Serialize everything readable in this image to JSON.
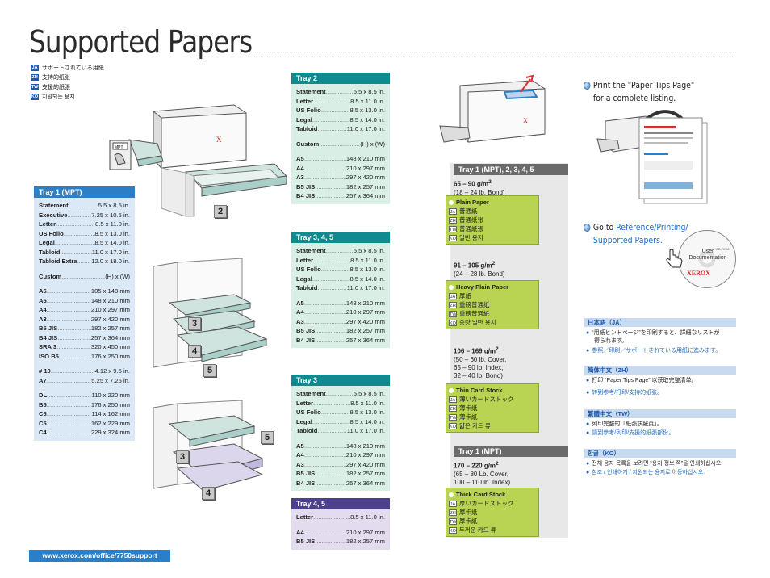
{
  "title": "Supported Papers",
  "title_langs": [
    {
      "tag": "JA",
      "text": "サポートされている用紙"
    },
    {
      "tag": "ZH",
      "text": "支持的纸张"
    },
    {
      "tag": "TW",
      "text": "支援的紙張"
    },
    {
      "tag": "KO",
      "text": "지원되는 용지"
    }
  ],
  "tray1_mpt": {
    "title": "Tray 1 (MPT)",
    "groups": [
      [
        [
          "Statement",
          "5.5 x 8.5 in."
        ],
        [
          "Executive",
          "7.25 x 10.5 in."
        ],
        [
          "Letter",
          "8.5 x 11.0 in."
        ],
        [
          "US Folio",
          "8.5 x 13.0 in."
        ],
        [
          "Legal",
          "8.5 x 14.0 in."
        ],
        [
          "Tabloid",
          "11.0 x 17.0 in."
        ],
        [
          "Tabloid Extra",
          "12.0 x 18.0 in."
        ]
      ],
      [
        [
          "Custom",
          "(H) x (W)"
        ]
      ],
      [
        [
          "A6",
          "105 x 148 mm"
        ],
        [
          "A5",
          "148 x 210 mm"
        ],
        [
          "A4",
          "210 x 297 mm"
        ],
        [
          "A3",
          "297 x 420 mm"
        ],
        [
          "B5 JIS",
          "182 x 257 mm"
        ],
        [
          "B4 JIS",
          "257 x 364 mm"
        ],
        [
          "SRA 3",
          "320 x 450 mm"
        ],
        [
          "ISO B5",
          "176 x 250 mm"
        ]
      ],
      [
        [
          "# 10",
          "4.12 x 9.5 in."
        ],
        [
          "A7",
          "5.25 x 7.25 in."
        ]
      ],
      [
        [
          "DL",
          "110 x 220 mm"
        ],
        [
          "B5",
          "176 x 250 mm"
        ],
        [
          "C6",
          "114 x 162 mm"
        ],
        [
          "C5",
          "162 x 229 mm"
        ],
        [
          "C4",
          "229 x 324 mm"
        ]
      ]
    ]
  },
  "tray2": {
    "title": "Tray 2",
    "groups": [
      [
        [
          "Statement",
          "5.5 x 8.5 in."
        ],
        [
          "Letter",
          "8.5 x 11.0 in."
        ],
        [
          "US Folio",
          "8.5 x 13.0 in."
        ],
        [
          "Legal",
          "8.5 x 14.0 in."
        ],
        [
          "Tabloid",
          "11.0 x 17.0 in."
        ]
      ],
      [
        [
          "Custom",
          "(H) x (W)"
        ]
      ],
      [
        [
          "A5",
          "148 x 210 mm"
        ],
        [
          "A4",
          "210 x 297 mm"
        ],
        [
          "A3",
          "297 x 420 mm"
        ],
        [
          "B5 JIS",
          "182 x 257 mm"
        ],
        [
          "B4 JIS",
          "257 x 364 mm"
        ]
      ]
    ]
  },
  "tray345": {
    "title": "Tray 3, 4, 5",
    "groups": [
      [
        [
          "Statement",
          "5.5 x 8.5 in."
        ],
        [
          "Letter",
          "8.5 x 11.0 in."
        ],
        [
          "US Folio",
          "8.5 x 13.0 in."
        ],
        [
          "Legal",
          "8.5 x 14.0 in."
        ],
        [
          "Tabloid",
          "11.0 x 17.0 in."
        ]
      ],
      [
        [
          "A5",
          "148 x 210 mm"
        ],
        [
          "A4",
          "210 x 297 mm"
        ],
        [
          "A3",
          "297 x 420 mm"
        ],
        [
          "B5 JIS",
          "182 x 257 mm"
        ],
        [
          "B4 JIS",
          "257 x 364 mm"
        ]
      ]
    ]
  },
  "tray3": {
    "title": "Tray 3",
    "groups": [
      [
        [
          "Statement",
          "5.5 x 8.5 in."
        ],
        [
          "Letter",
          "8.5 x 11.0 in."
        ],
        [
          "US Folio",
          "8.5 x 13.0 in."
        ],
        [
          "Legal",
          "8.5 x 14.0 in."
        ],
        [
          "Tabloid",
          "11.0 x 17.0 in."
        ]
      ],
      [
        [
          "A5",
          "148 x 210 mm"
        ],
        [
          "A4",
          "210 x 297 mm"
        ],
        [
          "A3",
          "297 x 420 mm"
        ],
        [
          "B5 JIS",
          "182 x 257 mm"
        ],
        [
          "B4 JIS",
          "257 x 364 mm"
        ]
      ]
    ]
  },
  "tray45": {
    "title": "Tray 4, 5",
    "groups": [
      [
        [
          "Letter",
          "8.5 x 11.0 in."
        ]
      ],
      [
        [
          "A4",
          "210 x 297 mm"
        ],
        [
          "B5 JIS",
          "182 x 257 mm"
        ]
      ]
    ]
  },
  "callouts": {
    "two": "2",
    "three": "3",
    "four": "4",
    "five": "5",
    "mpt": "MPT"
  },
  "weights": {
    "header1": "Tray 1 (MPT), 2, 3, 4, 5",
    "header2": "Tray 1 (MPT)",
    "w1": {
      "w": "65 – 90 g/m",
      "sup": "2",
      "lines": [
        "(18 – 24 lb. Bond)"
      ]
    },
    "w2": {
      "w": "91 – 105 g/m",
      "sup": "2",
      "lines": [
        "(24 – 28 lb. Bond)"
      ]
    },
    "w3": {
      "w": "106 – 169 g/m",
      "sup": "2",
      "lines": [
        "(50 – 60 lb. Cover,",
        " 65 – 90 lb. Index,",
        " 32 – 40 lb. Bond)"
      ]
    },
    "w4": {
      "w": "170 – 220 g/m",
      "sup": "2",
      "lines": [
        "(65 – 80 Lb. Cover,",
        " 100 – 110 lb. Index)"
      ]
    }
  },
  "paper_types": {
    "plain": {
      "title": "Plain Paper",
      "ja": "普通紙",
      "zh": "普通纸张",
      "tw": "普通紙張",
      "ko": "일반 용지"
    },
    "heavy": {
      "title": "Heavy Plain Paper",
      "ja": "厚紙",
      "zh": "重磅普通纸",
      "tw": "重磅普通紙",
      "ko": "중량 일반 용지"
    },
    "thin": {
      "title": "Thin Card Stock",
      "ja": "薄いカードストック",
      "zh": "薄卡纸",
      "tw": "薄卡紙",
      "ko": "얇은 카드 류"
    },
    "thick": {
      "title": "Thick Card Stock",
      "ja": "厚いカードストック",
      "zh": "厚卡纸",
      "tw": "厚卡紙",
      "ko": "두꺼운 카드 류"
    }
  },
  "tips": {
    "line1": "Print the \"Paper Tips Page\"",
    "line2": "for a complete listing.",
    "goto": "Go to ",
    "goto_link1": "Reference/Printing/",
    "goto_link2": "Supported Papers."
  },
  "cd": {
    "line1": "User",
    "line2": "Documentation",
    "sub": "CD-ROM",
    "brand": "XEROX"
  },
  "langs": {
    "ja": {
      "head": "日本語（JA）",
      "l1": "“用紙ヒントページ”を印刷すると、詳細なリストが",
      "l1b": "得られます。",
      "l2": "参照／印刷／サポートされている用紙に進みます。"
    },
    "zh": {
      "head": "简体中文（ZH）",
      "l1": "打印 “Paper Tips Page” 以获取完整清单。",
      "l2": "转到参考/打印/支持的纸张。"
    },
    "tw": {
      "head": "繁體中文（TW）",
      "l1": "列印完整的「紙張訣竅頁」。",
      "l2": "請到參考/列印/支援的紙張部份。"
    },
    "ko": {
      "head": "한글（KO）",
      "l1": "전체 용지 목록을 보려면 “용지 정보 쪽”을 인쇄하십시오.",
      "l2": "참조 / 인쇄하기 / 지원되는 용지로 이동하십시오."
    }
  },
  "url": "www.xerox.com/office/7750support",
  "colors": {
    "teal": "#108a8e",
    "blue": "#2c7fc6",
    "purple": "#4b3f8e",
    "green": "#b8d452",
    "gray": "#6a6a6a"
  }
}
